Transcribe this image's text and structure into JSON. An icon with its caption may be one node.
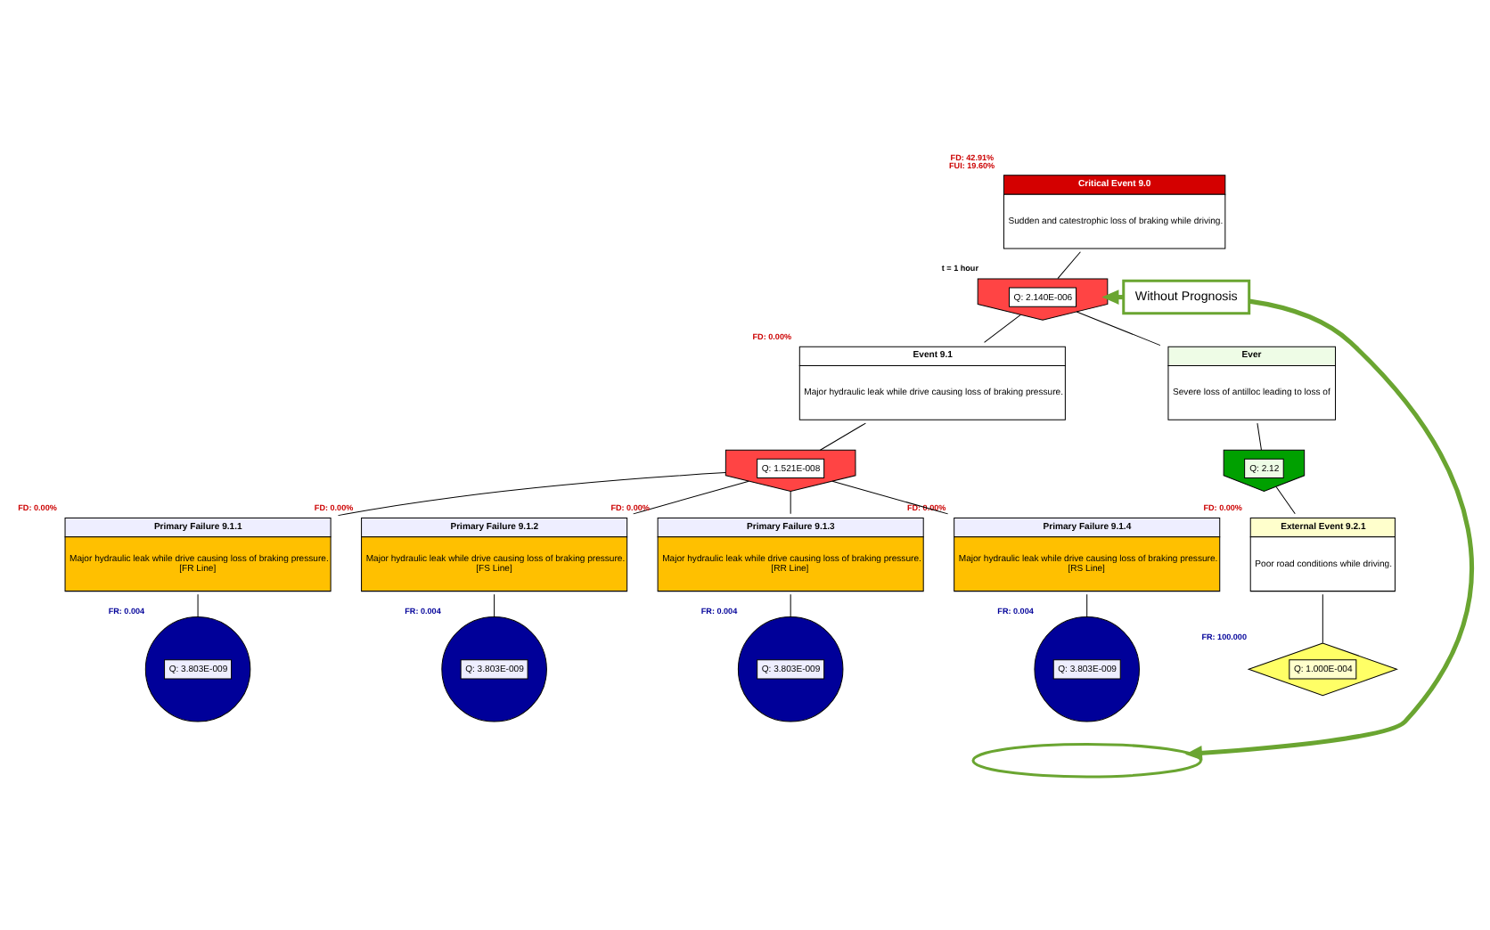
{
  "diagram": {
    "nodes": [
      {
        "text": [
          "Critical Event 9.0",
          "Sudden and catestrophic loss of braking while driving."
        ],
        "beside": [
          "FD: 42.91%",
          "FUI: 19.60%"
        ]
      },
      {
        "text": [
          "Q: 2.140E-006"
        ],
        "beside": [
          "t = 1 hour"
        ]
      },
      {
        "text": [
          "Event 9.1",
          "Major hydraulic leak while drive causing loss of braking pressure."
        ],
        "beside": [
          "FD: 0.00%"
        ]
      },
      {
        "text": [
          "Q: 1.521E-008"
        ]
      },
      {
        "text": [
          "Ever",
          "Severe loss of antilloc leading to loss of"
        ]
      },
      {
        "text": [
          "Q: 2.12"
        ]
      },
      {
        "text": [
          "Primary Failure 9.1.1",
          "Major hydraulic leak while drive causing loss of braking pressure. [FR Line]"
        ],
        "beside": [
          "FD: 0.00%"
        ]
      },
      {
        "text": [
          "Primary Failure 9.1.2",
          "Major hydraulic leak while drive causing loss of braking pressure. [FS Line]"
        ],
        "beside": [
          "FD: 0.00%"
        ]
      },
      {
        "text": [
          "Primary Failure 9.1.3",
          "Major hydraulic leak while drive causing loss of braking pressure. [RR Line]"
        ],
        "beside": [
          "FD: 0.00%"
        ]
      },
      {
        "text": [
          "Primary Failure 9.1.4",
          "Major hydraulic leak while drive causing loss of braking pressure. [RS Line]"
        ],
        "beside": [
          "FD: 0.00%"
        ]
      },
      {
        "text": [
          "Q: 3.803E-009"
        ],
        "beside": [
          "FR: 0.004"
        ]
      },
      {
        "text": [
          "Q: 3.803E-009"
        ],
        "beside": [
          "FR: 0.004"
        ]
      },
      {
        "text": [
          "Q: 3.803E-009"
        ],
        "beside": [
          "FR: 0.004"
        ]
      },
      {
        "text": [
          "Q: 3.803E-009"
        ],
        "beside": [
          "FR: 0.004"
        ]
      },
      {
        "text": [
          "External Event 9.2.1",
          "Poor road conditions while driving."
        ],
        "beside": [
          "FD: 0.00%"
        ]
      },
      {
        "text": [
          "Q: 1.000E-004"
        ],
        "beside": [
          "FR: 100.000"
        ]
      },
      {
        "text": [
          "Without Prognosis"
        ]
      },
      {
        "text": [],
        "shape": "ellipse"
      }
    ],
    "edges": [
      {
        "from": 0,
        "to": 1,
        "arrow": "none"
      },
      {
        "from": 1,
        "to": 2,
        "arrow": "none"
      },
      {
        "from": 1,
        "to": 4,
        "arrow": "none"
      },
      {
        "from": 2,
        "to": 3,
        "arrow": "none"
      },
      {
        "from": 3,
        "to": 6,
        "arrow": "none"
      },
      {
        "from": 3,
        "to": 7,
        "arrow": "none"
      },
      {
        "from": 3,
        "to": 8,
        "arrow": "none"
      },
      {
        "from": 3,
        "to": 9,
        "arrow": "none"
      },
      {
        "from": 6,
        "to": 10,
        "arrow": "none"
      },
      {
        "from": 7,
        "to": 11,
        "arrow": "none"
      },
      {
        "from": 8,
        "to": 12,
        "arrow": "none"
      },
      {
        "from": 9,
        "to": 13,
        "arrow": "none"
      },
      {
        "from": 4,
        "to": 5,
        "arrow": "none"
      },
      {
        "from": 5,
        "to": 14,
        "arrow": "none"
      },
      {
        "from": 14,
        "to": 15,
        "arrow": "none"
      },
      {
        "from": 16,
        "to": 1,
        "arrow": "to",
        "style": "thick",
        "color": "#6aa531"
      },
      {
        "from": 16,
        "to": 17,
        "arrow": "to",
        "style": "thick",
        "color": "#6aa531"
      }
    ]
  }
}
